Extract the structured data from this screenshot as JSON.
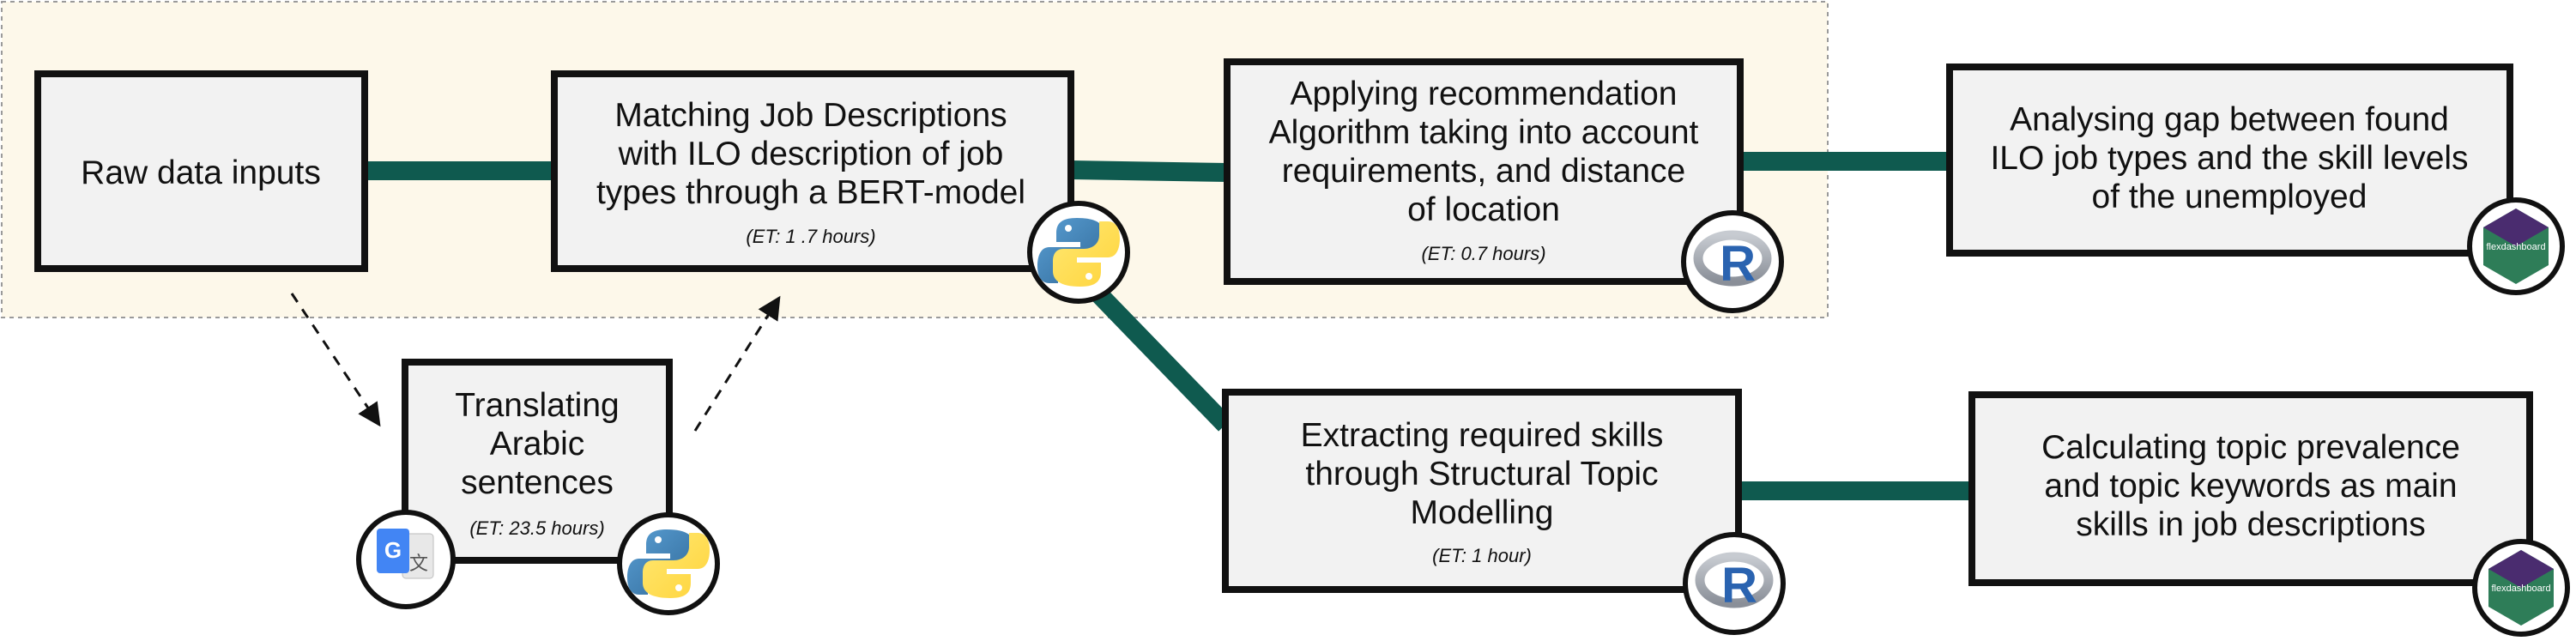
{
  "colors": {
    "connector": "#0f5a4f",
    "box_fill": "#f2f2f2",
    "box_stroke": "#111111",
    "highlight_fill": "#fdf8ea",
    "highlight_stroke": "#9a9a9a",
    "r_badge": "#2a63b0",
    "python_blue": "#3a72ad",
    "python_yellow": "#f7d045",
    "google_blue": "#4285f4"
  },
  "nodes": {
    "raw_inputs": {
      "lines": [
        "Raw data inputs"
      ]
    },
    "matching": {
      "lines": [
        "Matching Job Descriptions",
        "with ILO description of job",
        "types through a BERT-model"
      ],
      "et": "(ET: 1 .7 hours)",
      "tool_icon": "python-icon"
    },
    "translating": {
      "lines": [
        "Translating",
        "Arabic",
        "sentences"
      ],
      "et": "(ET: 23.5 hours)",
      "tool_icons": [
        "google-translate-icon",
        "python-icon"
      ],
      "translate_glyph_a": "G",
      "translate_glyph_b": "文"
    },
    "recommendation": {
      "lines": [
        "Applying recommendation",
        "Algorithm taking into account",
        "requirements, and distance",
        "of location"
      ],
      "et": "(ET: 0.7 hours)",
      "tool_icon": "r-icon",
      "tool_glyph": "R"
    },
    "gap": {
      "lines": [
        "Analysing gap between found",
        "ILO job types and the skill levels",
        "of the unemployed"
      ],
      "tool_icon": "flexdashboard-icon",
      "tool_glyph": "flexdashboard"
    },
    "extracting": {
      "lines": [
        "Extracting required skills",
        "through Structural Topic",
        "Modelling"
      ],
      "et": "(ET: 1 hour)",
      "tool_icon": "r-icon",
      "tool_glyph": "R"
    },
    "topic": {
      "lines": [
        "Calculating topic prevalence",
        "and topic keywords as main",
        "skills in job descriptions"
      ],
      "tool_icon": "flexdashboard-icon",
      "tool_glyph": "flexdashboard"
    }
  },
  "edges": [
    {
      "from": "raw_inputs",
      "to": "matching",
      "style": "solid"
    },
    {
      "from": "matching",
      "to": "recommendation",
      "style": "solid"
    },
    {
      "from": "recommendation",
      "to": "gap",
      "style": "solid"
    },
    {
      "from": "matching",
      "to": "extracting",
      "style": "solid"
    },
    {
      "from": "extracting",
      "to": "topic",
      "style": "solid"
    },
    {
      "from": "raw_inputs",
      "to": "translating",
      "style": "dashed-arrow"
    },
    {
      "from": "translating",
      "to": "matching",
      "style": "dashed-arrow"
    }
  ]
}
